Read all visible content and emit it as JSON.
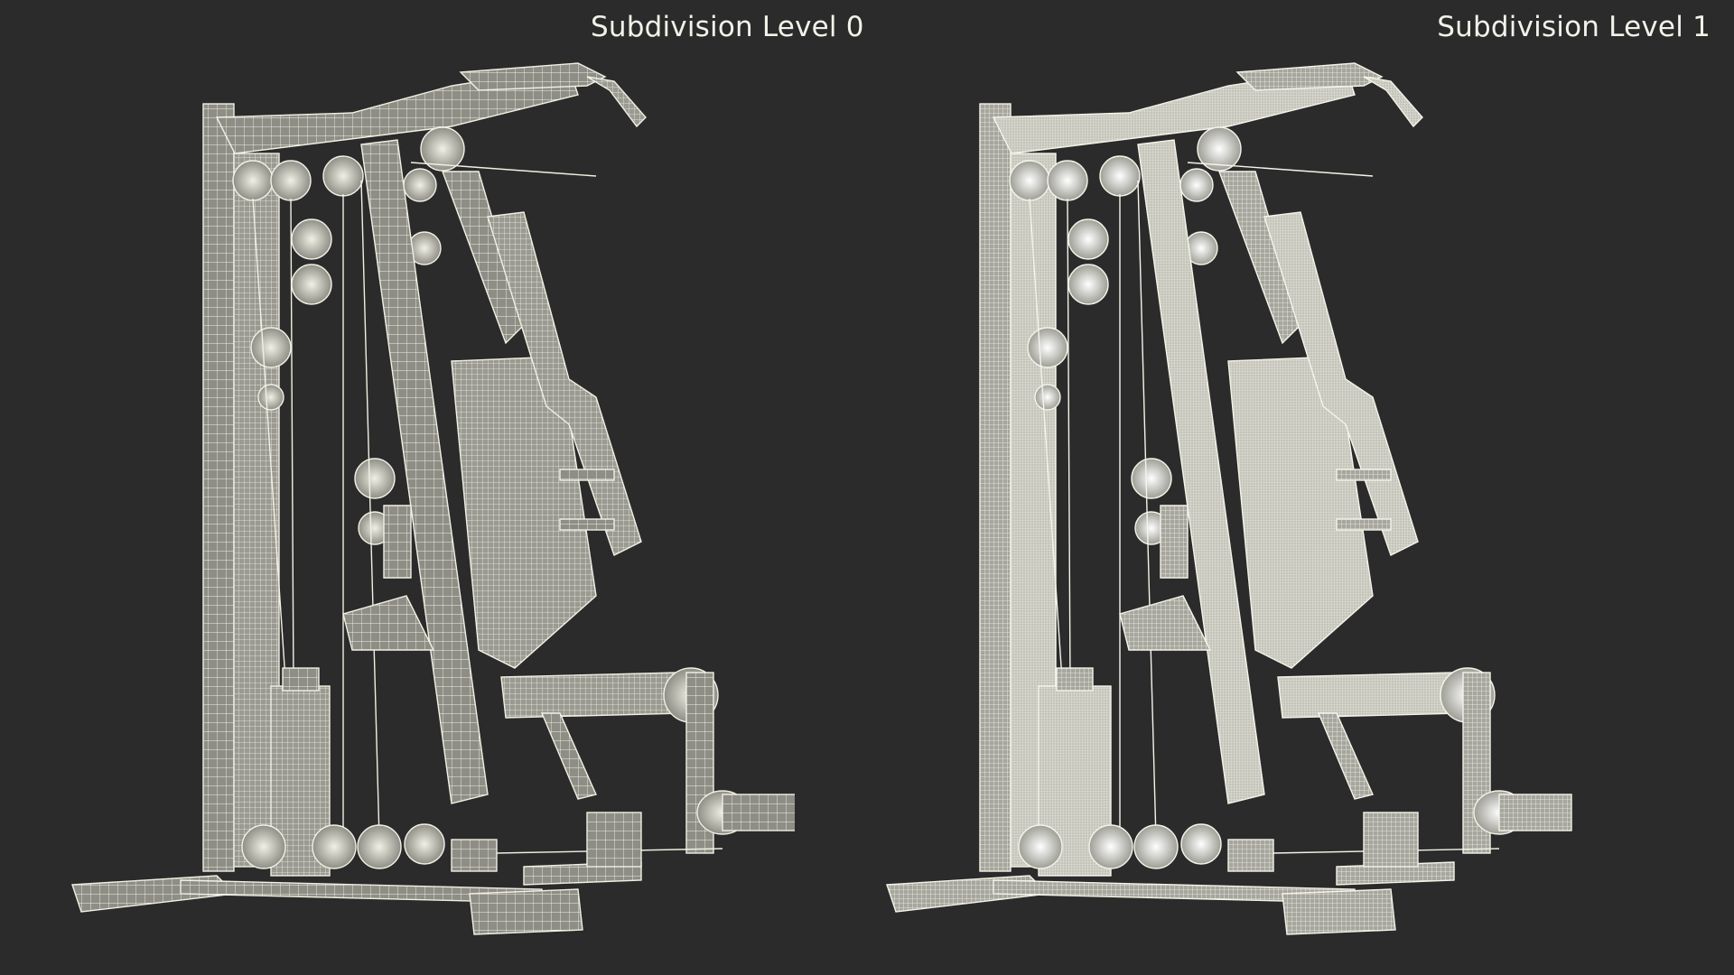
{
  "labels": {
    "left": "Subdivision Level 0",
    "right": "Subdivision Level 1"
  },
  "colors": {
    "background": "#2b2b2b",
    "wire": "#f0f0e4",
    "shade": "#8e8e86",
    "dark_shade": "#5e5e58"
  },
  "subject": "home-gym-wireframe"
}
